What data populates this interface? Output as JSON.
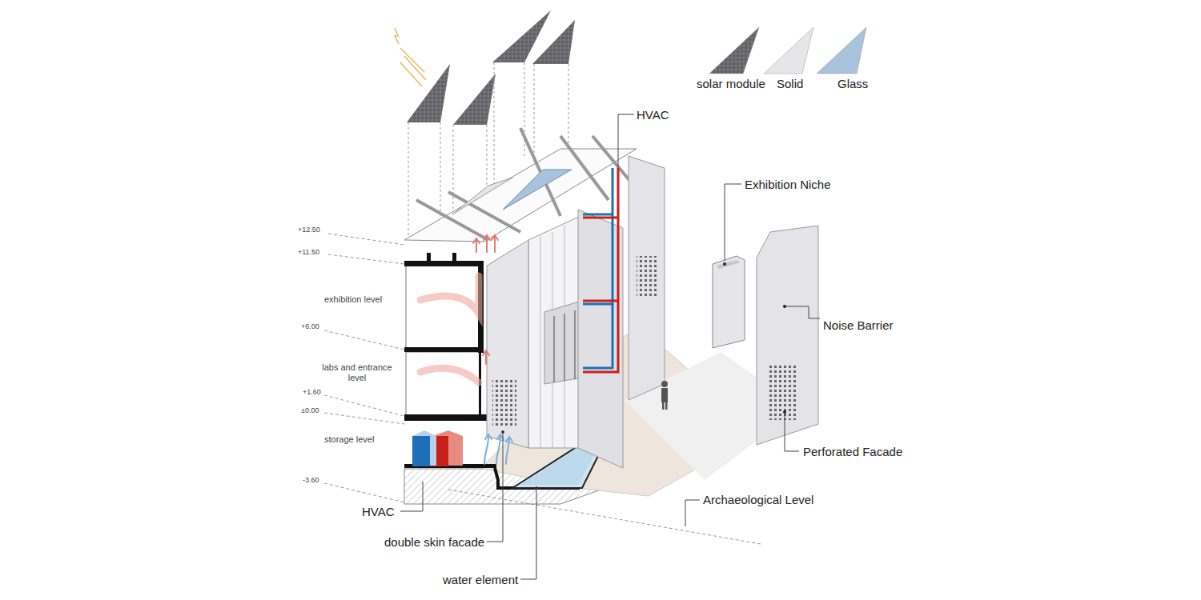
{
  "diagram": {
    "labels": [
      "HVAC",
      "Exhibition Niche",
      "+12.50",
      "+11.50",
      "exhibition level",
      "Noise Barrier",
      "+6.00",
      "labs and entrance level",
      "+1.60",
      "±0.00",
      "storage level",
      "Perforated Facade",
      "-3.60",
      "Archaeological Level",
      "HVAC",
      "double skin facade",
      "water element"
    ],
    "legend": [
      {
        "text": "solar module",
        "color": "#5f5f63"
      },
      {
        "text": "Solid",
        "color": "#e6e6e8"
      },
      {
        "text": "Glass",
        "color": "#a9c3dc"
      }
    ]
  }
}
